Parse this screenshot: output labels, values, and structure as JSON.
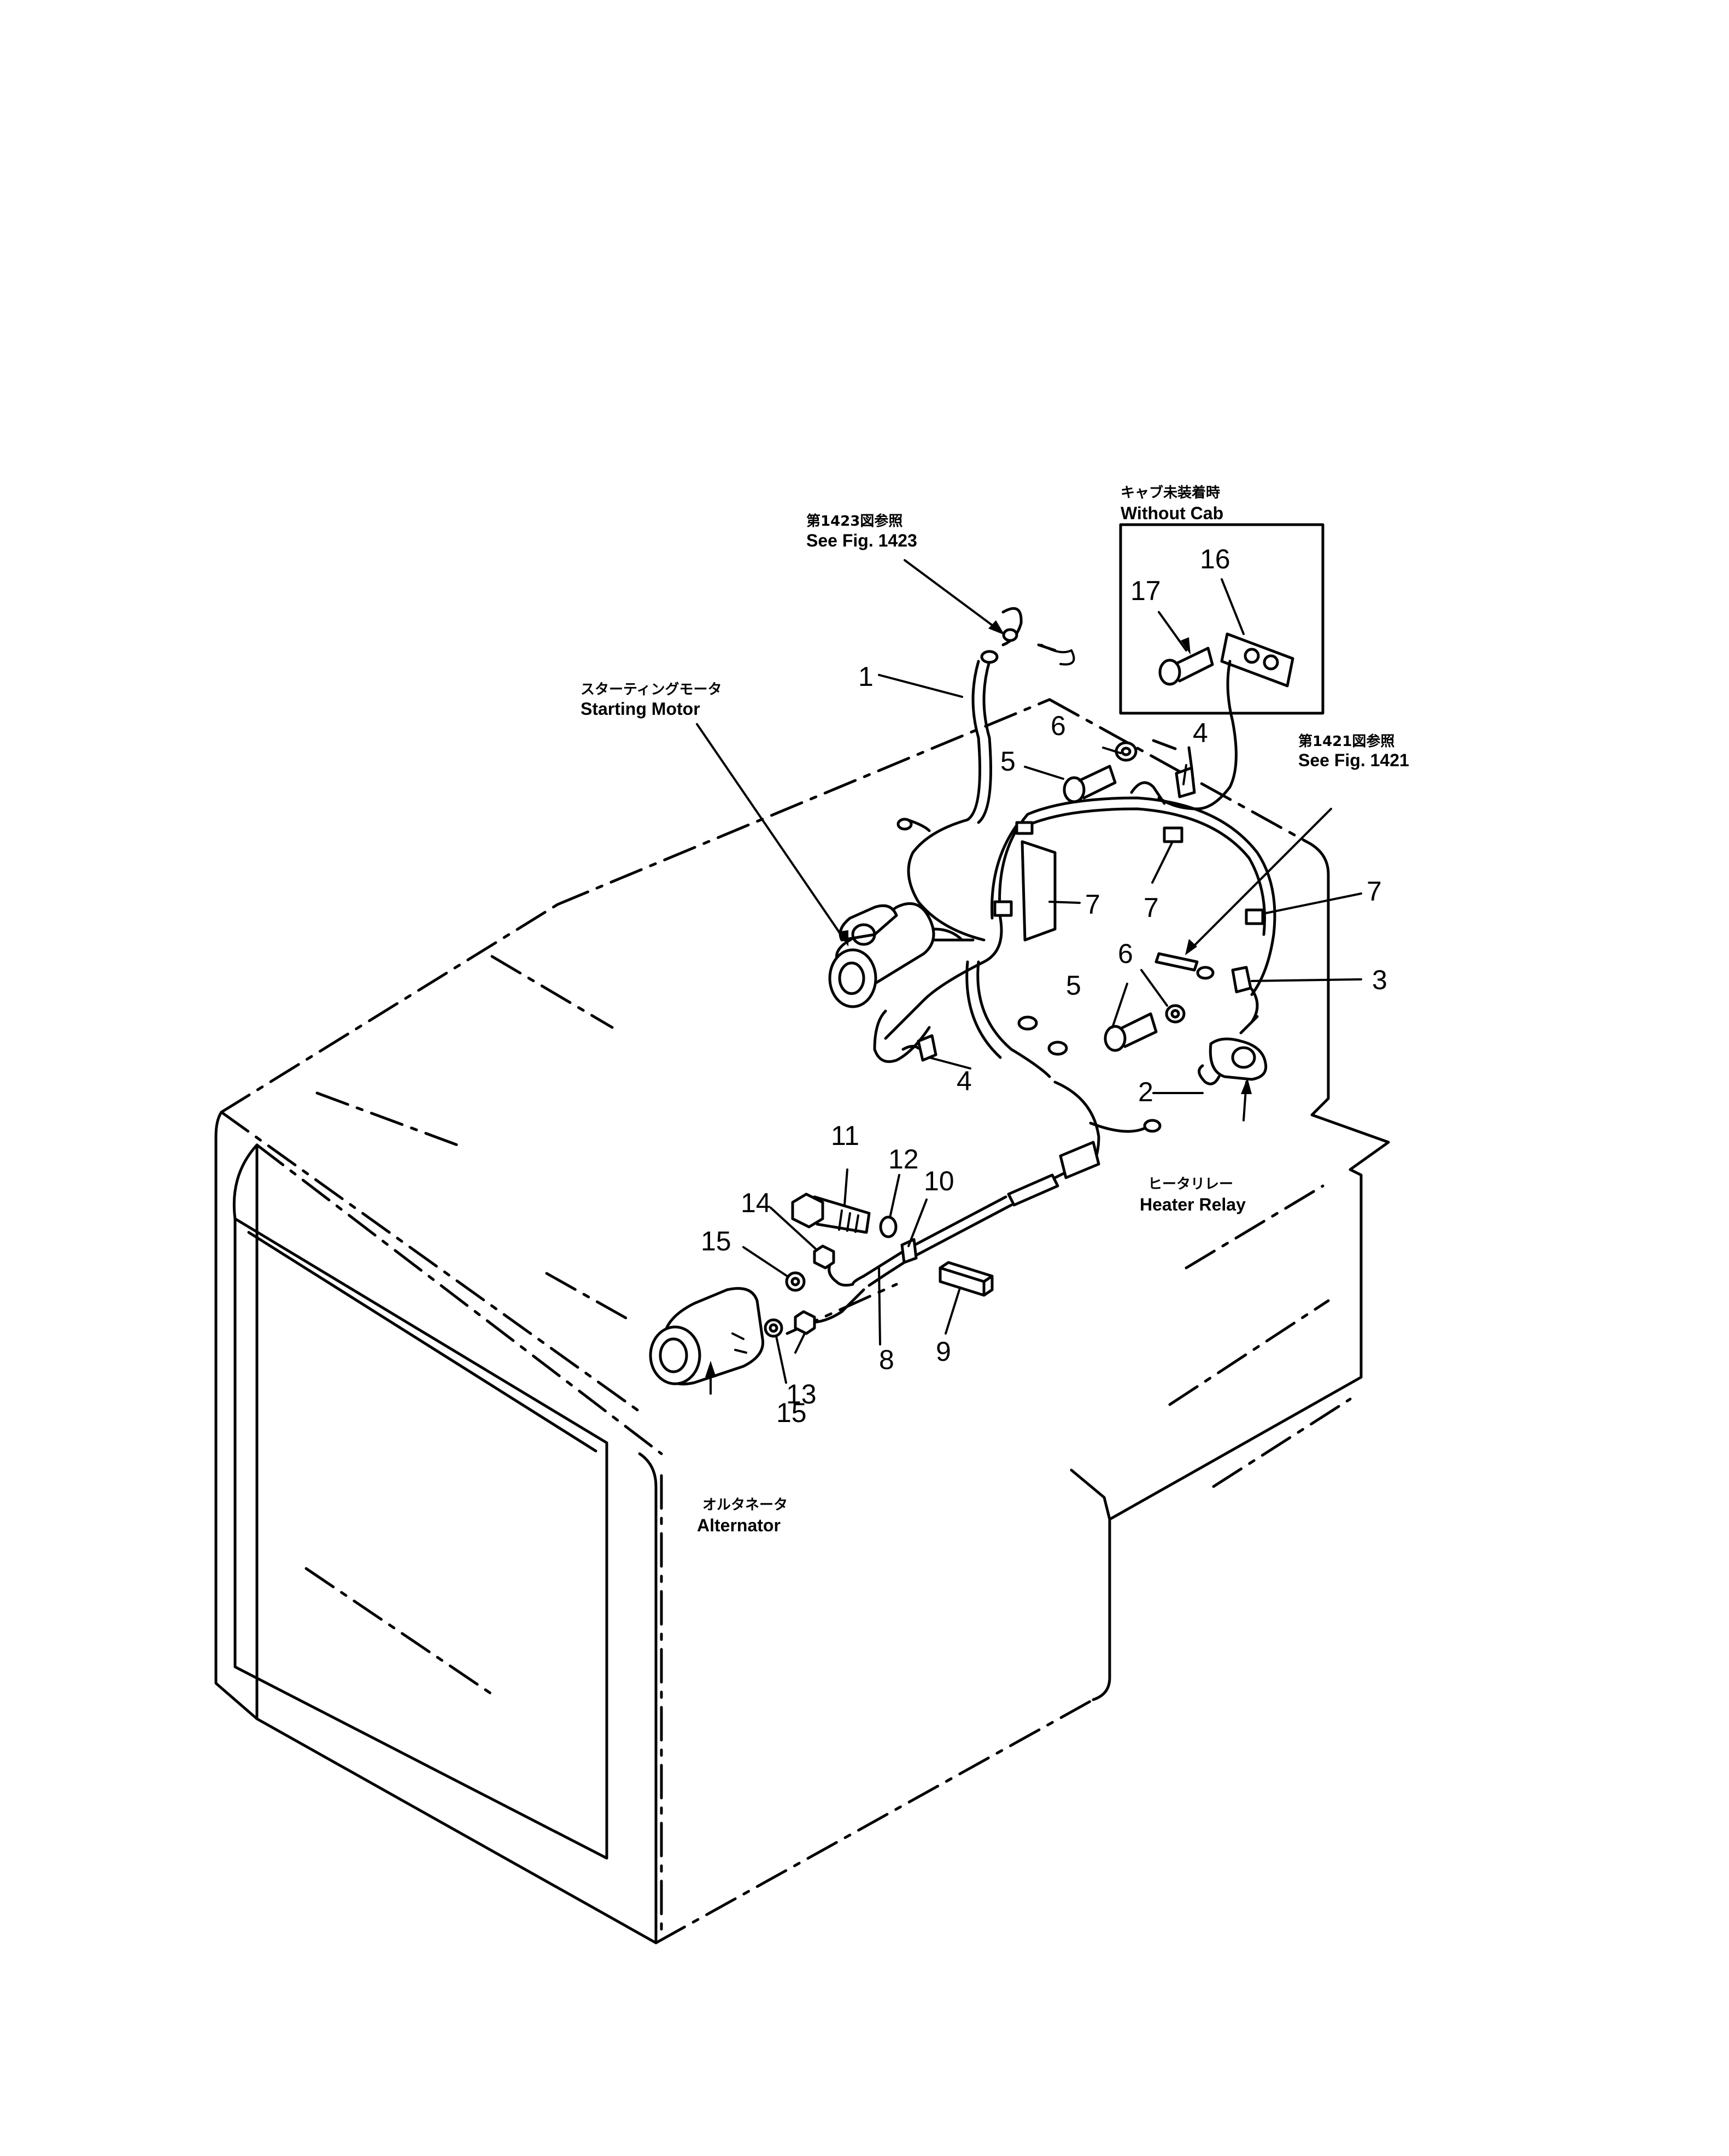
{
  "callouts": {
    "n1": "1",
    "n2": "2",
    "n3": "3",
    "n4a": "4",
    "n4b": "4",
    "n5a": "5",
    "n5b": "5",
    "n6a": "6",
    "n6b": "6",
    "n7a": "7",
    "n7b": "7",
    "n7c": "7",
    "n8": "8",
    "n9": "9",
    "n10": "10",
    "n11": "11",
    "n12": "12",
    "n13": "13",
    "n14": "14",
    "n15a": "15",
    "n15b": "15",
    "n16": "16",
    "n17": "17"
  },
  "labels": {
    "cab_jp": "キャブ未装着時",
    "cab_en": "Without Cab",
    "fig1423_jp": "第1423図参照",
    "fig1423_en": "See Fig. 1423",
    "fig1421_jp": "第1421図参照",
    "fig1421_en": "See Fig. 1421",
    "starting_motor_jp": "スターティングモータ",
    "starting_motor_en": "Starting Motor",
    "heater_relay_jp": "ヒータリレー",
    "heater_relay_en": "Heater Relay",
    "alternator_jp": "オルタネータ",
    "alternator_en": "Alternator"
  }
}
